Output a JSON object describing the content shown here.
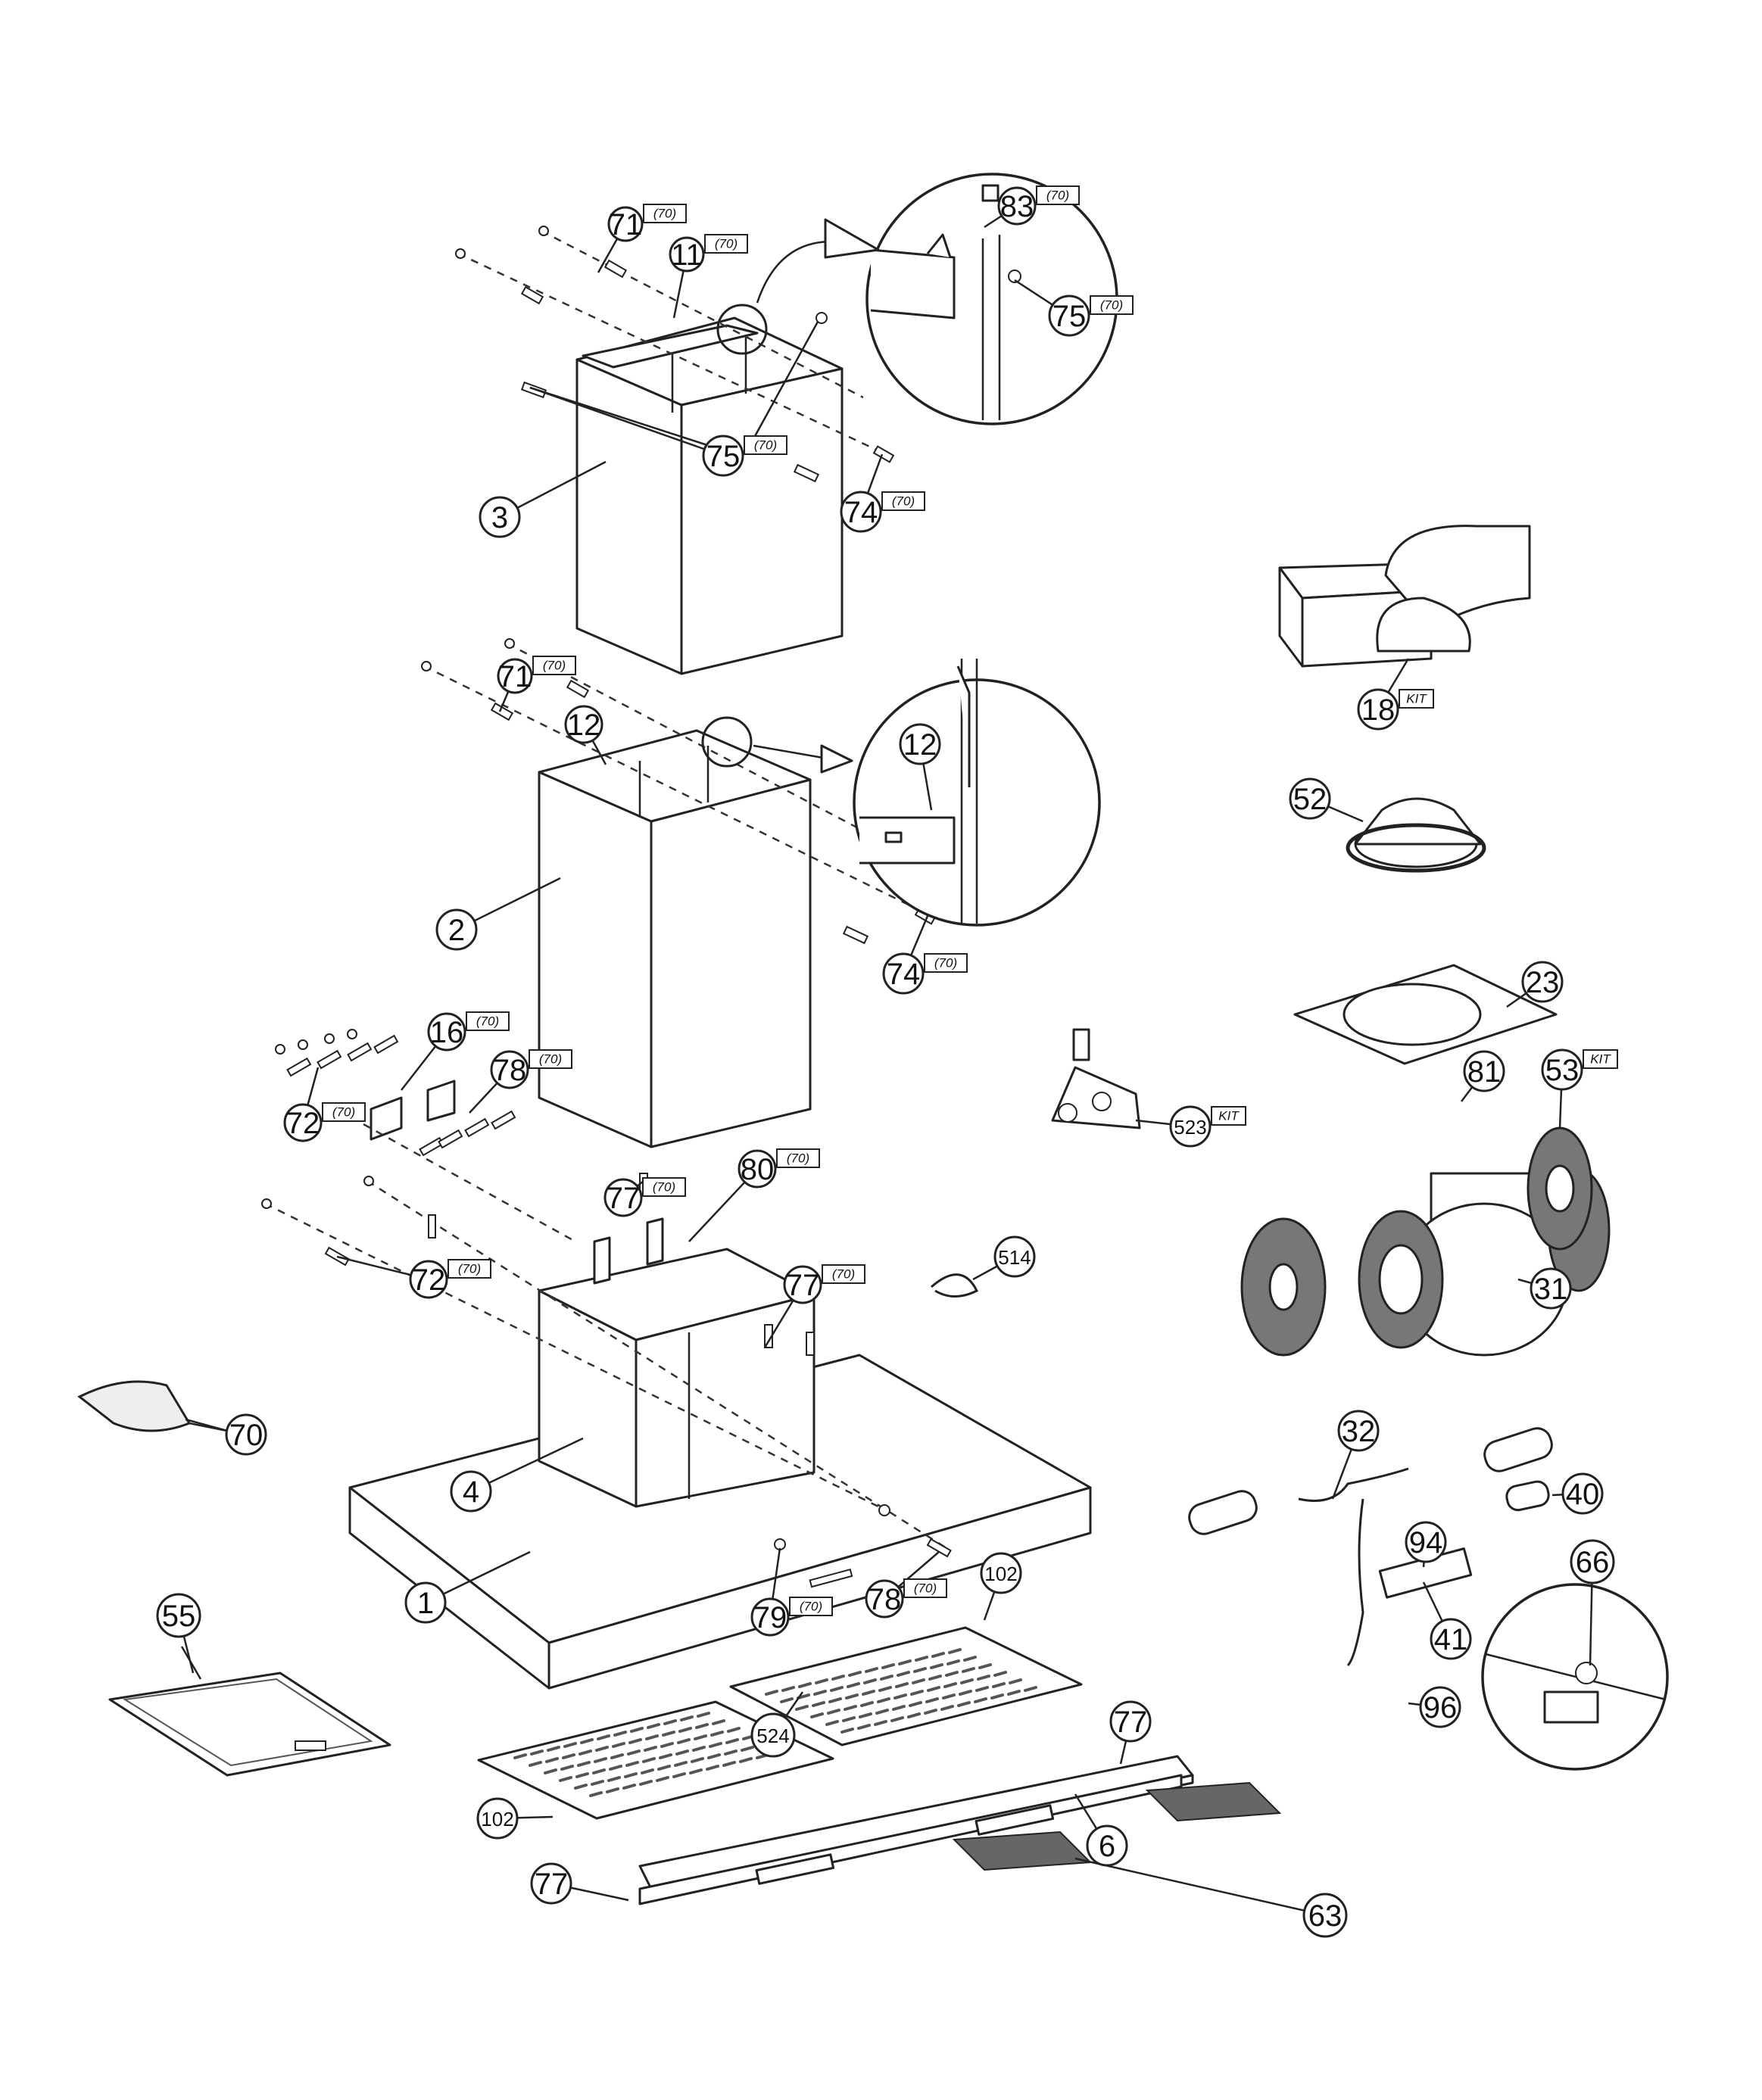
{
  "callouts": [
    {
      "num": "71",
      "tag": "(70)"
    },
    {
      "num": "11",
      "tag": "(70)"
    },
    {
      "num": "83",
      "tag": "(70)"
    },
    {
      "num": "75",
      "tag": "(70)"
    },
    {
      "num": "75",
      "tag": "(70)"
    },
    {
      "num": "3",
      "tag": ""
    },
    {
      "num": "74",
      "tag": "(70)"
    },
    {
      "num": "71",
      "tag": "(70)"
    },
    {
      "num": "12",
      "tag": ""
    },
    {
      "num": "12",
      "tag": ""
    },
    {
      "num": "2",
      "tag": ""
    },
    {
      "num": "74",
      "tag": "(70)"
    },
    {
      "num": "16",
      "tag": "(70)"
    },
    {
      "num": "78",
      "tag": "(70)"
    },
    {
      "num": "72",
      "tag": "(70)"
    },
    {
      "num": "80",
      "tag": "(70)"
    },
    {
      "num": "77",
      "tag": "(70)"
    },
    {
      "num": "72",
      "tag": "(70)"
    },
    {
      "num": "77",
      "tag": "(70)"
    },
    {
      "num": "514",
      "tag": ""
    },
    {
      "num": "70",
      "tag": ""
    },
    {
      "num": "4",
      "tag": ""
    },
    {
      "num": "1",
      "tag": ""
    },
    {
      "num": "79",
      "tag": "(70)"
    },
    {
      "num": "78",
      "tag": "(70)"
    },
    {
      "num": "102",
      "tag": ""
    },
    {
      "num": "55",
      "tag": ""
    },
    {
      "num": "524",
      "tag": ""
    },
    {
      "num": "77",
      "tag": ""
    },
    {
      "num": "102",
      "tag": ""
    },
    {
      "num": "6",
      "tag": ""
    },
    {
      "num": "77",
      "tag": ""
    },
    {
      "num": "63",
      "tag": ""
    },
    {
      "num": "18",
      "tag": "KIT"
    },
    {
      "num": "52",
      "tag": ""
    },
    {
      "num": "23",
      "tag": ""
    },
    {
      "num": "81",
      "tag": ""
    },
    {
      "num": "53",
      "tag": "KIT"
    },
    {
      "num": "523",
      "tag": "KIT"
    },
    {
      "num": "31",
      "tag": ""
    },
    {
      "num": "32",
      "tag": ""
    },
    {
      "num": "40",
      "tag": ""
    },
    {
      "num": "94",
      "tag": ""
    },
    {
      "num": "66",
      "tag": ""
    },
    {
      "num": "41",
      "tag": ""
    },
    {
      "num": "96",
      "tag": ""
    }
  ]
}
